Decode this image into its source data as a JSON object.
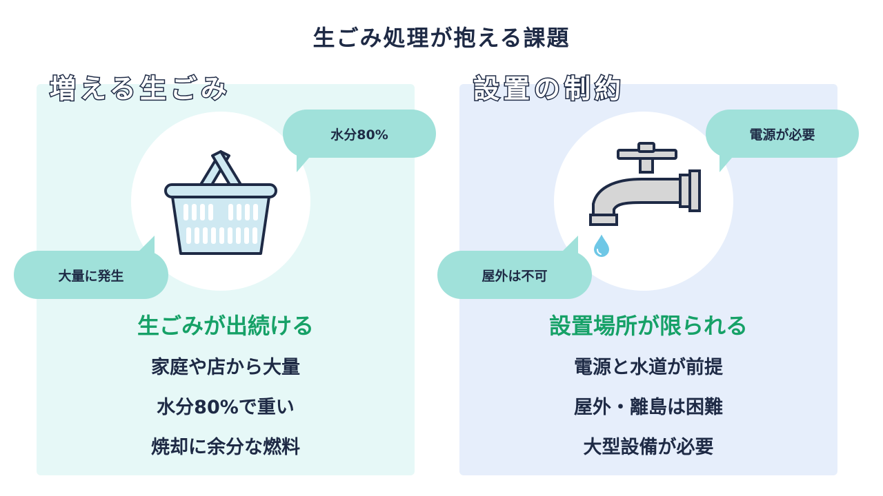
{
  "title": "生ごみ処理が抱える課題",
  "left": {
    "heading": "増える生ごみ",
    "icon": "basket-icon",
    "bubble_top": "水分80%",
    "bubble_bottom": "大量に発生",
    "subtitle": "生ごみが出続ける",
    "points": [
      "家庭や店から大量",
      "水分80%で重い",
      "焼却に余分な燃料"
    ]
  },
  "right": {
    "heading": "設置の制約",
    "icon": "faucet-icon",
    "bubble_top": "電源が必要",
    "bubble_bottom": "屋外は不可",
    "subtitle": "設置場所が限られる",
    "points": [
      "電源と水道が前提",
      "屋外・離島は困難",
      "大型設備が必要"
    ]
  },
  "colors": {
    "left_panel_bg": "#e6f8f7",
    "right_panel_bg": "#e6eefb",
    "bubble": "#a0e1da",
    "accent_green": "#16a167",
    "text_navy": "#1e2a45"
  }
}
